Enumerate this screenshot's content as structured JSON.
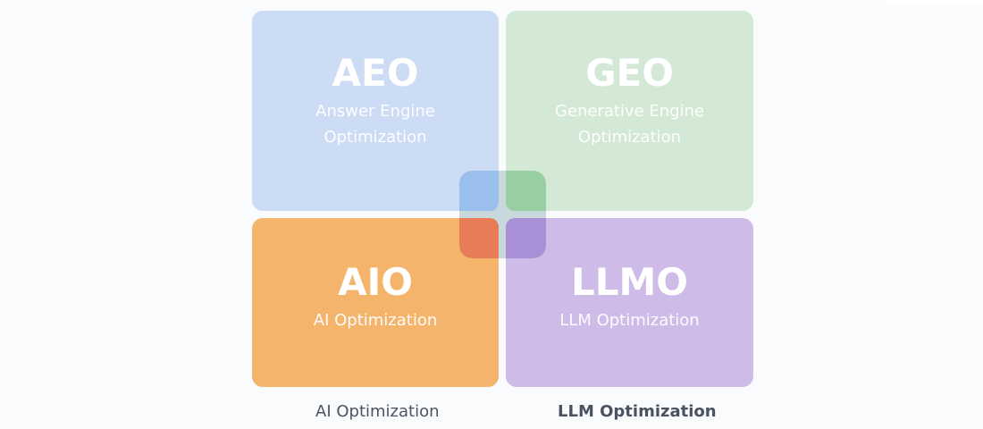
{
  "diagram": {
    "quadrants": [
      {
        "abbr": "AEO",
        "full_line1": "Answer Engine",
        "full_line2": "Optimization",
        "color": "#ccdcf5"
      },
      {
        "abbr": "GEO",
        "full_line1": "Generative Engine",
        "full_line2": "Optimization",
        "color": "#d3e9d6"
      },
      {
        "abbr": "AIO",
        "full_line1": "AI Optimization",
        "color": "#f5b46c"
      },
      {
        "abbr": "LLMO",
        "full_line1": "LLM Optimization",
        "color": "#cebbe8"
      }
    ],
    "center_overlap": {
      "colors": [
        "#9bbfed",
        "#98cfa2",
        "#e87c56",
        "#a98fd6"
      ]
    },
    "captions": {
      "left": "AI Optimization",
      "right": "LLM Optimization"
    }
  }
}
